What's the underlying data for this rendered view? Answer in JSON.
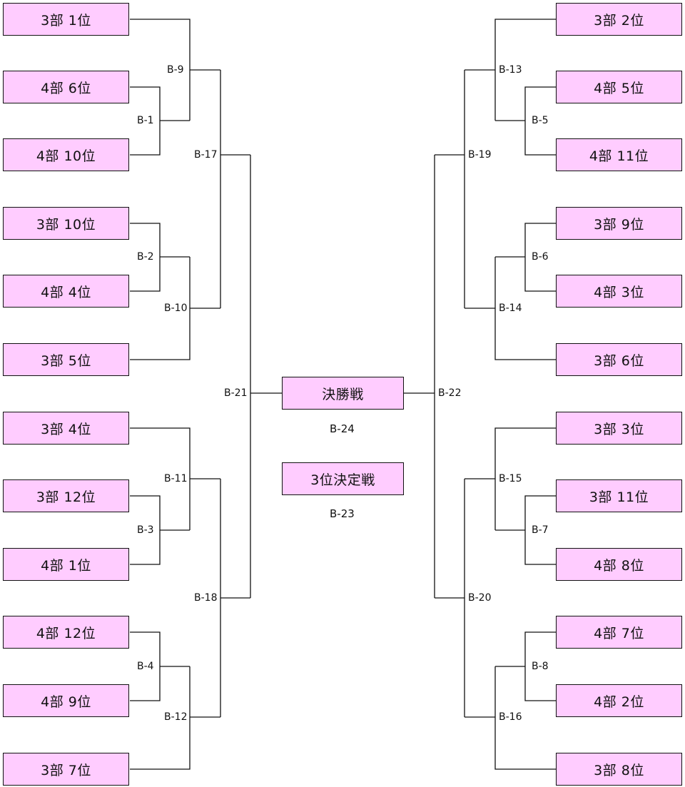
{
  "colors": {
    "box_fill": "#ffccff",
    "line": "#111111"
  },
  "left_teams": [
    "3部 1位",
    "4部 6位",
    "4部 10位",
    "3部 10位",
    "4部 4位",
    "3部 5位",
    "3部 4位",
    "3部 12位",
    "4部 1位",
    "4部 12位",
    "4部 9位",
    "3部 7位"
  ],
  "right_teams": [
    "3部 2位",
    "4部 5位",
    "4部 11位",
    "3部 9位",
    "4部 3位",
    "3部 6位",
    "3部 3位",
    "3部 11位",
    "4部 8位",
    "4部 7位",
    "4部 2位",
    "3部 8位"
  ],
  "matches": {
    "b1": "B-1",
    "b2": "B-2",
    "b3": "B-3",
    "b4": "B-4",
    "b5": "B-5",
    "b6": "B-6",
    "b7": "B-7",
    "b8": "B-8",
    "b9": "B-9",
    "b10": "B-10",
    "b11": "B-11",
    "b12": "B-12",
    "b13": "B-13",
    "b14": "B-14",
    "b15": "B-15",
    "b16": "B-16",
    "b17": "B-17",
    "b18": "B-18",
    "b19": "B-19",
    "b20": "B-20",
    "b21": "B-21",
    "b22": "B-22",
    "b23": "B-23",
    "b24": "B-24"
  },
  "final": {
    "label": "決勝戦",
    "match": "B-24"
  },
  "third_place": {
    "label": "3位決定戦",
    "match": "B-23"
  }
}
